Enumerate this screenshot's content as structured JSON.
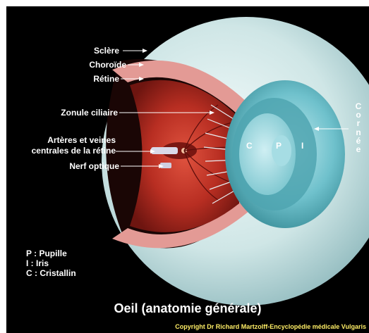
{
  "labels": {
    "sclere": "Sclère",
    "choroide": "Choroïde",
    "retine": "Rétine",
    "zonule": "Zonule ciliaire",
    "arteres_line1": "Artères et veines",
    "arteres_line2": "centrales de la rétine",
    "nerf": "Nerf optique",
    "cornee_letters": [
      "C",
      "o",
      "r",
      "n",
      "é",
      "e"
    ],
    "inner_c": "C",
    "inner_p": "P",
    "inner_i": "I"
  },
  "legend": [
    "P : Pupille",
    "I : Iris",
    "C : Cristallin"
  ],
  "title": "Oeil (anatomie générale)",
  "copyright": "Copyright Dr Richard Martzolff-Encyclopédie médicale Vulgaris",
  "colors": {
    "background": "#000000",
    "label_text": "#ffffff",
    "copyright_text": "#ffee66",
    "sclera": "#cfe6e6",
    "choroid": "#d88a86",
    "retina": "#c0392b",
    "iris": "#5fb7c7"
  }
}
